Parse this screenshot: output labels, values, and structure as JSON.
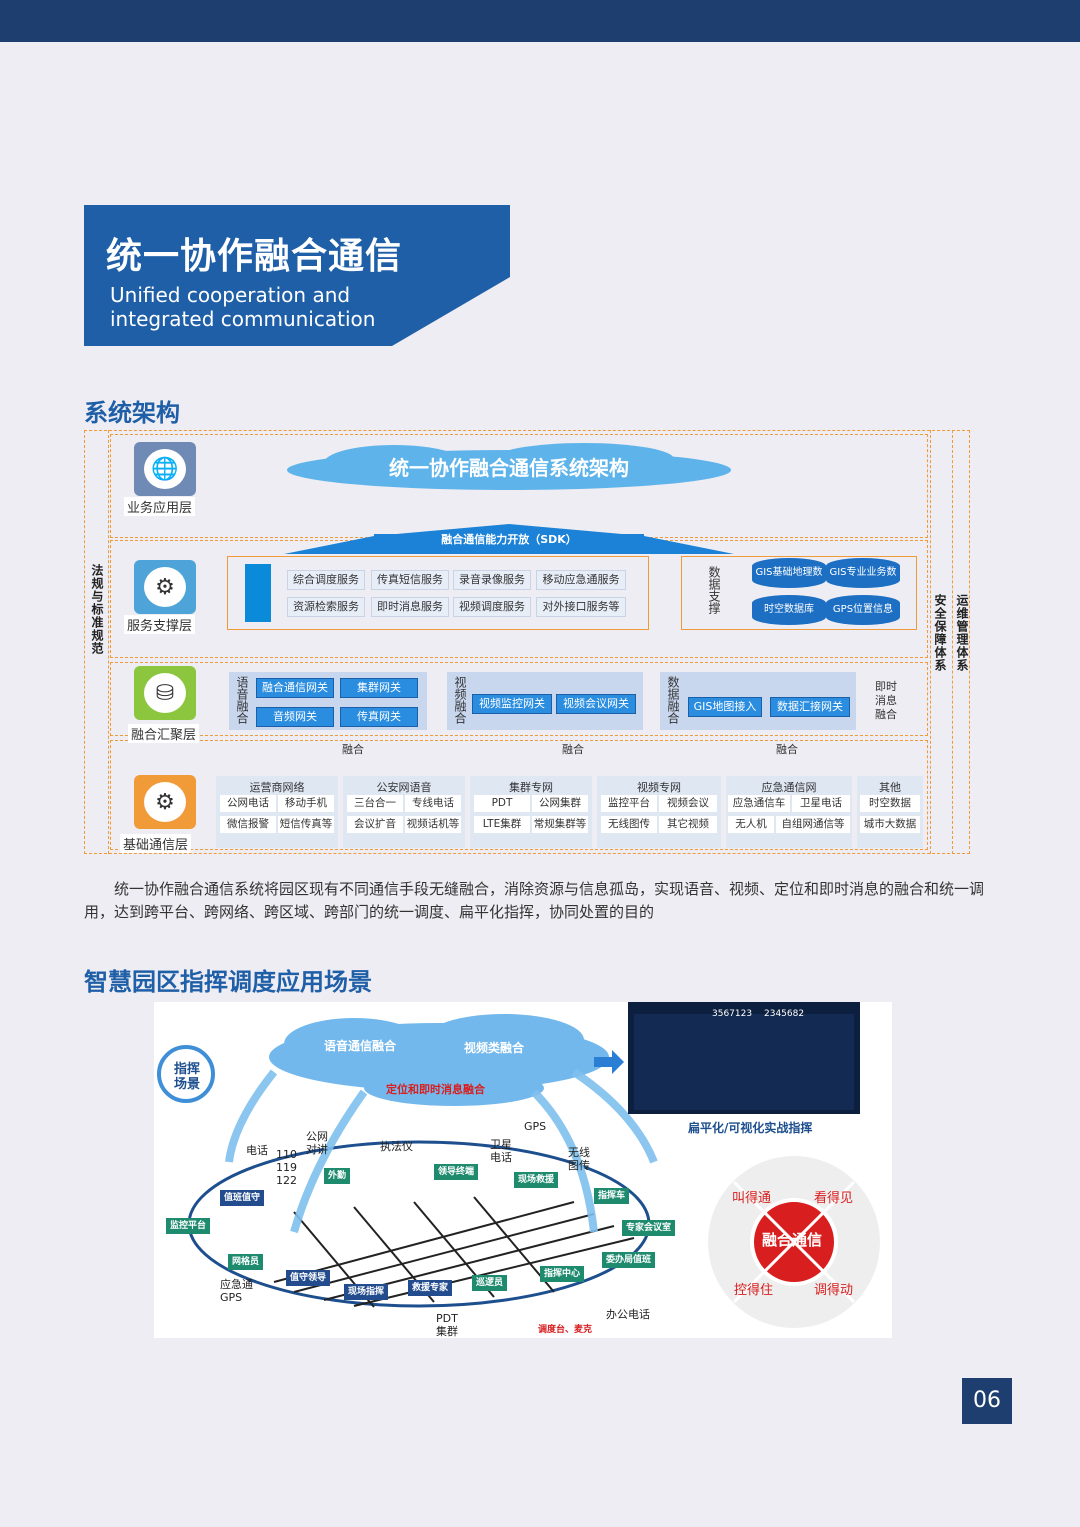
{
  "hero": {
    "title": "统一协作融合通信",
    "en_line1": "Unified cooperation and",
    "en_line2": "integrated communication"
  },
  "section1": {
    "title": "系统架构"
  },
  "arch": {
    "cloud_title": "统一协作融合通信系统架构",
    "sdk": "融合通信能力开放（SDK）",
    "left_side": "法规与标准规范",
    "right_side1": "安全保障体系",
    "right_side2": "运维管理体系",
    "layers": {
      "app": "业务应用层",
      "service": "服务支撑层",
      "fusion": "融合汇聚层",
      "base": "基础通信层"
    },
    "services_row1": [
      "综合调度服务",
      "传真短信服务",
      "录音录像服务",
      "移动应急通服务"
    ],
    "services_row2": [
      "资源检索服务",
      "即时消息服务",
      "视频调度服务",
      "对外接口服务等"
    ],
    "data_support": "数据支撑",
    "data_cyl": [
      "GIS基础地理数据库",
      "GIS专业业务数据",
      "时空数据库",
      "GPS位置信息"
    ],
    "voice_label": "语音融合",
    "voice_items": [
      "融合通信网关",
      "集群网关",
      "音频网关",
      "传真网关"
    ],
    "video_label": "视频融合",
    "video_items": [
      "视频监控网关",
      "视频会议网关"
    ],
    "data_label": "数据融合",
    "data_items": [
      "GIS地图接入",
      "数据汇接网关"
    ],
    "im_label": "即时消息融合",
    "fusion_words": [
      "融合",
      "融合",
      "融合"
    ],
    "base_cols": [
      {
        "head": "运营商网络",
        "r1": [
          "公网电话",
          "移动手机"
        ],
        "r2": [
          "微信报警",
          "短信传真等"
        ]
      },
      {
        "head": "公安网语音",
        "r1": [
          "三台合一",
          "专线电话"
        ],
        "r2": [
          "会议扩音",
          "视频话机等"
        ]
      },
      {
        "head": "集群专网",
        "r1": [
          "PDT",
          "公网集群"
        ],
        "r2": [
          "LTE集群",
          "常规集群等"
        ]
      },
      {
        "head": "视频专网",
        "r1": [
          "监控平台",
          "视频会议"
        ],
        "r2": [
          "无线图传",
          "其它视频"
        ]
      },
      {
        "head": "应急通信网",
        "r1": [
          "应急通信车",
          "卫星电话"
        ],
        "r2": [
          "无人机",
          "自组网通信等"
        ]
      },
      {
        "head": "其他",
        "r1": [
          "时空数据"
        ],
        "r2": [
          "城市大数据"
        ]
      }
    ]
  },
  "paragraph": "统一协作融合通信系统将园区现有不同通信手段无缝融合，消除资源与信息孤岛，实现语音、视频、定位和即时消息的融合和统一调用，达到跨平台、跨网络、跨区域、跨部门的统一调度、扁平化指挥，协同处置的目的",
  "section2": {
    "title": "智慧园区指挥调度应用场景"
  },
  "scene": {
    "badge": "指挥场景",
    "clouds": [
      "语音通信融合",
      "视频类融合",
      "定位和即时消息融合"
    ],
    "screen_numbers": [
      "3567123",
      "2345682"
    ],
    "screen_caption": "扁平化/可视化实战指挥",
    "circle_center": "融合通信",
    "circle_words": [
      "叫得通",
      "看得见",
      "控得住",
      "调得动"
    ],
    "tags": [
      "值班值守",
      "监控平台",
      "网格员",
      "值守领导",
      "现场指挥",
      "救援专家",
      "巡逻员",
      "指挥中心",
      "委办局值班",
      "专家会议室",
      "指挥车",
      "现场救援",
      "领导终端",
      "外勤"
    ],
    "labels": {
      "phone": "电话",
      "nums": "110\n119\n122",
      "public": "公网\n对讲",
      "recorder": "执法仪",
      "gps": "GPS",
      "sat": "卫星\n电话",
      "wireless": "无线\n图传",
      "emgps": "应急通\nGPS",
      "pdt": "PDT\n集群",
      "console": "调度台、麦克",
      "office": "办公电话"
    }
  },
  "page_number": "06"
}
